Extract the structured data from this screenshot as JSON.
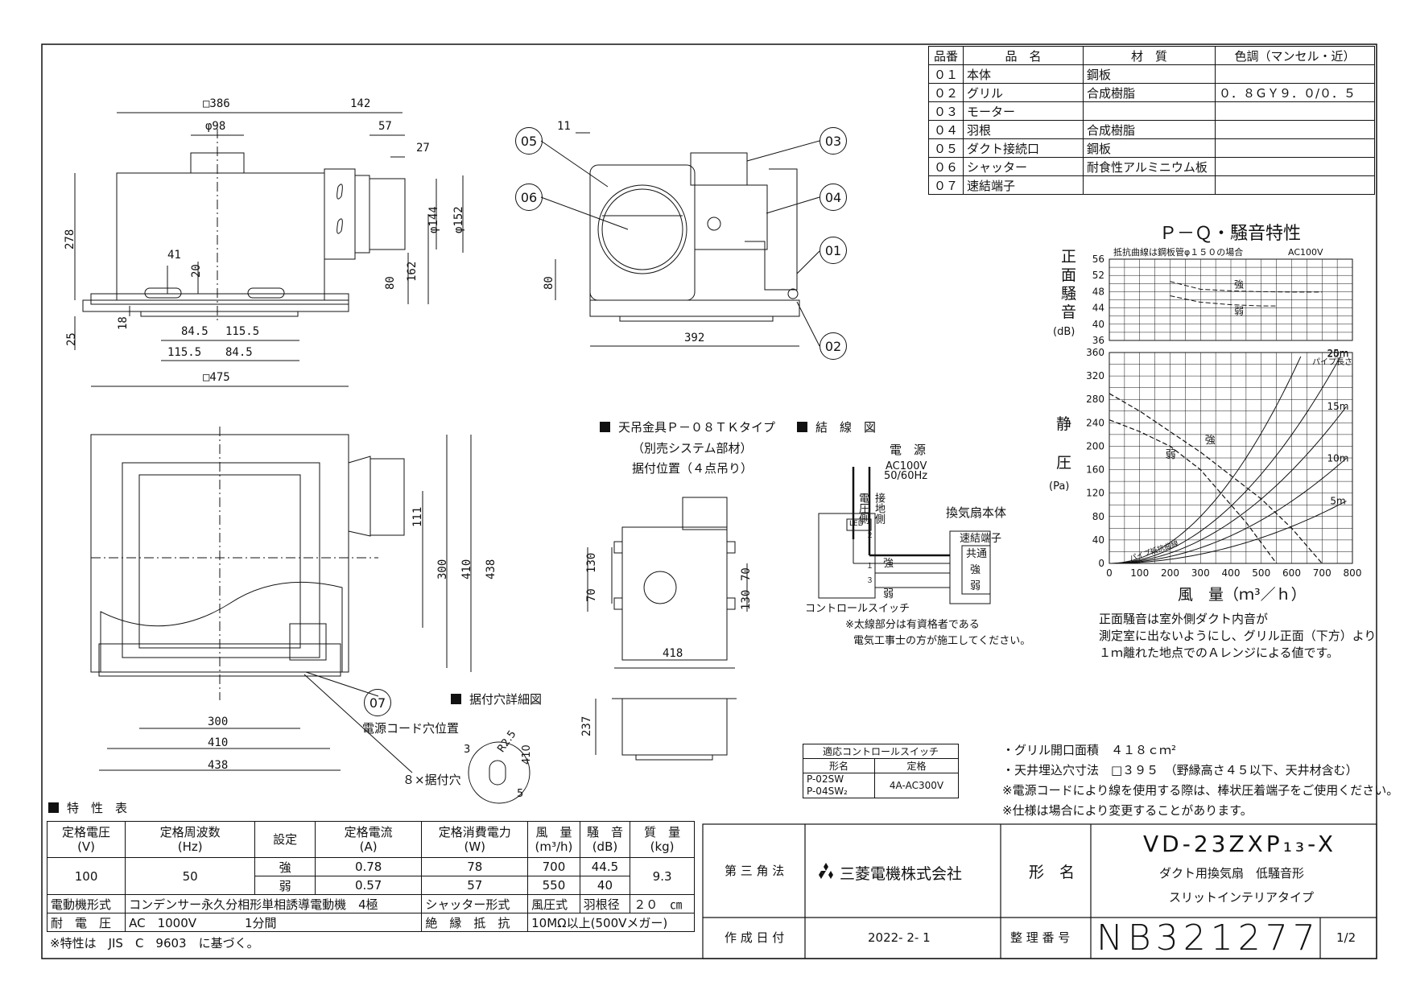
{
  "parts": {
    "headers": [
      "品番",
      "品　名",
      "材　質",
      "色調（マンセル・近）"
    ],
    "rows": [
      {
        "no": "０１",
        "name": "本体",
        "mat": "鋼板",
        "color": ""
      },
      {
        "no": "０２",
        "name": "グリル",
        "mat": "合成樹脂",
        "color": "０．８ＧＹ９．０/０．５"
      },
      {
        "no": "０３",
        "name": "モーター",
        "mat": "",
        "color": ""
      },
      {
        "no": "０４",
        "name": "羽根",
        "mat": "合成樹脂",
        "color": ""
      },
      {
        "no": "０５",
        "name": "ダクト接続口",
        "mat": "鋼板",
        "color": ""
      },
      {
        "no": "０６",
        "name": "シャッター",
        "mat": "耐食性アルミニウム板",
        "color": ""
      },
      {
        "no": "０７",
        "name": "速結端子",
        "mat": "",
        "color": ""
      }
    ]
  },
  "dims_top": [
    "□386",
    "142",
    "φ98",
    "57",
    "27",
    "278",
    "φ144",
    "φ152",
    "41",
    "20",
    "80",
    "162",
    "18",
    "25",
    "84.5",
    "115.5",
    "115.5",
    "84.5",
    "□475"
  ],
  "dims_side": [
    "11",
    "80",
    "392"
  ],
  "dims_bottom": [
    "111",
    "300",
    "410",
    "438",
    "300",
    "410",
    "438"
  ],
  "dims_hanger": [
    "70",
    "130",
    "70",
    "130",
    "418",
    "237"
  ],
  "callouts": [
    "05",
    "06",
    "03",
    "04",
    "01",
    "02",
    "07"
  ],
  "hanger": {
    "title": "天吊金具Ｐ－０８ＴＫタイプ",
    "sub": "（別売システム部材）",
    "pos": "据付位置（４点吊り）"
  },
  "wiring": {
    "title": "結　線　図",
    "power": "電　源",
    "ac": "AC100V",
    "hz": "50/60Hz",
    "v1": "電圧側",
    "v2": "接地側",
    "unit": "換気扇本体",
    "term": "速結端子",
    "common": "共通",
    "strong": "強",
    "weak": "弱",
    "led": "LED",
    "switch": "コントロールスイッチ",
    "n1": "１",
    "n2": "２",
    "n3": "３",
    "note1": "※太線部分は有資格者である",
    "note2": "電気工事士の方が施工してください。"
  },
  "detail": {
    "title": "据付穴詳細図",
    "r": "R2.5",
    "d410": "410",
    "d3": "3",
    "d5": "5",
    "holes": "８×据付穴",
    "cord": "電源コード穴位置"
  },
  "switch_table": {
    "title": "適応コントロールスイッチ",
    "h1": "形名",
    "h2": "定格",
    "m1": "P-02SW",
    "m2": "P-04SW₂",
    "rating": "4A-AC300V"
  },
  "notes": [
    "・グリル開口面積　４１８ｃｍ²",
    "・天井埋込穴寸法　□３９５　（野縁高さ４５以下、天井材含む）",
    "※電源コードにより線を使用する際は、棒状圧着端子をご使用ください。",
    "※仕様は場合により変更することがあります。"
  ],
  "chart_title": "Ｐ－Ｑ・騒音特性",
  "chart_data": [
    {
      "type": "line",
      "title": "",
      "ylabel": "正面騒音 (dB)",
      "note": "抵抗曲線は鋼板管φ１５０の場合",
      "supply": "AC100V",
      "ylim": [
        36,
        56
      ],
      "yticks": [
        36,
        40,
        44,
        48,
        52,
        56
      ],
      "xlim": [
        0,
        800
      ],
      "series": [
        {
          "name": "強",
          "x": [
            200,
            300,
            400,
            500,
            600,
            700
          ],
          "y": [
            50.5,
            48.6,
            48.2,
            48.0,
            47.9,
            47.9
          ]
        },
        {
          "name": "弱",
          "x": [
            200,
            300,
            400,
            500,
            550
          ],
          "y": [
            47.0,
            45.4,
            44.8,
            44.5,
            44.5
          ]
        }
      ]
    },
    {
      "type": "line",
      "title": "",
      "ylabel": "静圧 (Pa)",
      "xlabel": "風　量（ｍ³／ｈ）",
      "xlim": [
        0,
        800
      ],
      "ylim": [
        0,
        360
      ],
      "xticks": [
        0,
        100,
        200,
        300,
        400,
        500,
        600,
        700,
        800
      ],
      "yticks": [
        0,
        40,
        80,
        120,
        160,
        200,
        240,
        280,
        320,
        360
      ],
      "series": [
        {
          "name": "強",
          "x": [
            0,
            100,
            200,
            300,
            400,
            500,
            600,
            700
          ],
          "y": [
            290,
            260,
            225,
            190,
            150,
            110,
            60,
            0
          ]
        },
        {
          "name": "弱",
          "x": [
            0,
            100,
            200,
            300,
            350,
            400,
            450,
            500,
            550
          ],
          "y": [
            245,
            225,
            200,
            160,
            130,
            100,
            70,
            35,
            0
          ]
        }
      ],
      "resistance": [
        {
          "name": "25m",
          "k": 0.00089
        },
        {
          "name": "20m",
          "k": 0.00061
        },
        {
          "name": "15m",
          "k": 0.00044
        },
        {
          "name": "10m",
          "k": 0.000295
        },
        {
          "name": "5m",
          "k": 0.000175
        }
      ],
      "pipe_label": "パイプ長さ",
      "curve_label": "パイプ抵抗曲線"
    }
  ],
  "chart_labels": {
    "y1a": "正",
    "y1b": "面",
    "y1c": "騒",
    "y1d": "音",
    "y1u": "(dB)",
    "y2a": "静",
    "y2b": "圧",
    "y2u": "(Pa)"
  },
  "chart_note": [
    "正面騒音は室外側ダクト内音が",
    "測定室に出ないようにし、グリル正面（下方）より",
    "１ｍ離れた地点でのＡレンジによる値です。"
  ],
  "spec": {
    "title": "特　性　表",
    "headers": [
      [
        "定格電圧",
        "(V)"
      ],
      [
        "定格周波数",
        "(Hz)"
      ],
      [
        "設定",
        ""
      ],
      [
        "定格電流",
        "(A)"
      ],
      [
        "定格消費電力",
        "(W)"
      ],
      [
        "風　量",
        "(m³/h)"
      ],
      [
        "騒　音",
        "(dB)"
      ],
      [
        "質　量",
        "(kg)"
      ]
    ],
    "voltage": "100",
    "freq": "50",
    "rows": [
      {
        "set": "強",
        "a": "0.78",
        "w": "78",
        "q": "700",
        "db": "44.5"
      },
      {
        "set": "弱",
        "a": "0.57",
        "w": "57",
        "q": "550",
        "db": "40"
      }
    ],
    "mass": "9.3",
    "motor_label": "電動機形式",
    "motor": "コンデンサー永久分相形単相誘導電動機　4極",
    "shutter_label": "シャッター形式",
    "shutter": "風圧式",
    "blade_label": "羽根径",
    "blade": "２０　㎝",
    "withstand_label": "耐　電　圧",
    "withstand": "AC　1000V　　　　1分間",
    "insul_label": "絶　縁　抵　抗",
    "insul": "10MΩ以上(500Vメガー)",
    "footnote": "※特性は　JIS　C　9603　に基づく。"
  },
  "title_block": {
    "angle": "第 三 角 法",
    "company": "三菱電機株式会社",
    "model_label": "形　名",
    "model": "VD-23ZXP₁₃-X",
    "desc1": "ダクト用換気扇　低騒音形",
    "desc2": "スリットインテリアタイプ",
    "date_label": "作 成 日 付",
    "date": "2022- 2- 1",
    "num_label": "整 理 番 号",
    "number": "NB321277",
    "page": "1/2"
  }
}
